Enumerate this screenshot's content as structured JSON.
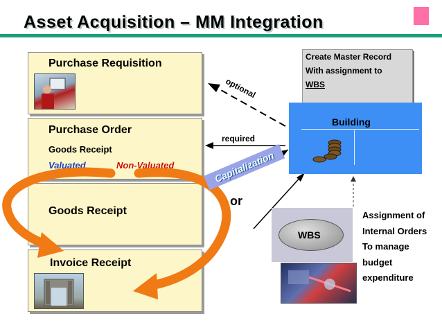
{
  "title": "Asset Acquisition – MM Integration",
  "boxes": {
    "purchase_requisition": "Purchase Requisition",
    "purchase_order": "Purchase Order",
    "goods_receipt_sub": "Goods Receipt",
    "valuated": "Valuated",
    "non_valuated": "Non-Valuated",
    "goods_receipt": "Goods Receipt",
    "invoice_receipt": "Invoice Receipt"
  },
  "master_record": {
    "line1": "Create Master Record",
    "line2": "With assignment to",
    "line3": "WBS "
  },
  "building_label": "Building",
  "arrows": {
    "optional": "optional",
    "required": "required",
    "capitalization": "Capitalization",
    "or": "or"
  },
  "wbs_label": "WBS",
  "assignment_note": [
    "Assignment of",
    "Internal Orders",
    "To manage",
    "budget",
    "expenditure"
  ],
  "colors": {
    "accent_rule": "#1aa080",
    "box_fill": "#fdf6c8",
    "building": "#3d8ff5",
    "flow_arrow": "#f07a14",
    "valuated": "#1a3fbf",
    "non_valuated": "#cc1010"
  }
}
